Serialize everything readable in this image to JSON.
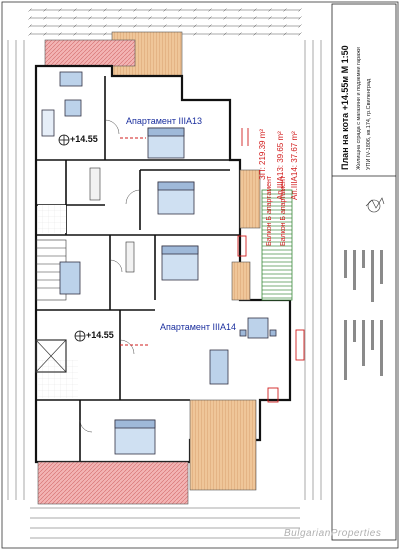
{
  "plan": {
    "apartment_a": "Апартамент IIIА13",
    "apartment_b": "Апартамент IIIА14",
    "level_a": "+14.55",
    "level_b": "+14.55",
    "area_total": "ЗП: 219.39 m²",
    "area_a": "Ап.IIIА13: 39.65 m²",
    "area_b": "Ап.IIIА14: 37.67 m²",
    "balcony_a": "Балкон Б апартамент",
    "balcony_b": "Балкон Б апартамент"
  },
  "title_block": {
    "title": "План на кота +14.55м М 1:50",
    "subtitle_1": "Жилищна сграда с магазини и подземни гаражи",
    "subtitle_2": "УПИ IV-1806, кв.174, гр.Свиленград"
  },
  "watermark": "BulgarianProperties",
  "colors": {
    "balcony_orange": "#e9b98a",
    "terrace_red": "#e79a9a",
    "wall_black": "#111111",
    "bed_blue": "#9fb9d9",
    "annotation_red": "#d21e1e",
    "green_hatch": "#3d8a3d",
    "mid_gray": "#8a8a8a"
  }
}
